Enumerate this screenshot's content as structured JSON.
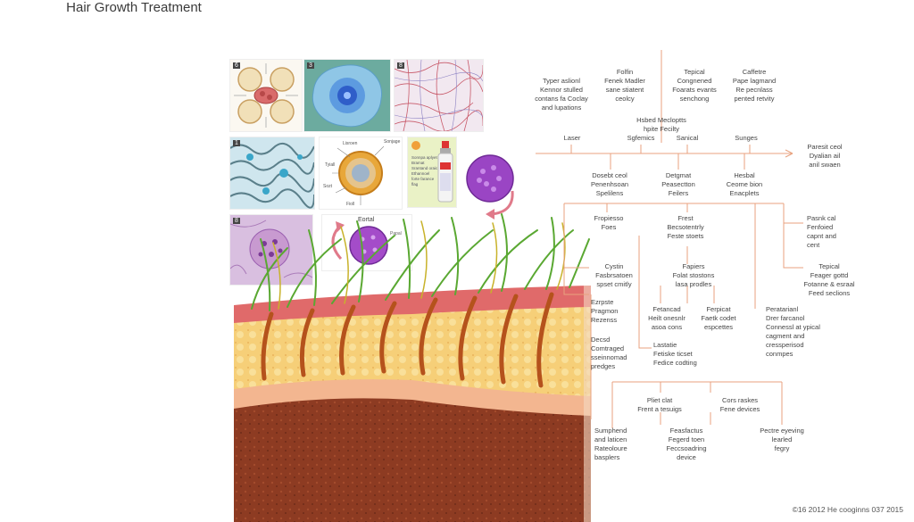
{
  "title": "Hair Growth Treatment",
  "footer": "©16 2012 He cooginns 037 2015",
  "tiles": [
    {
      "badge": "6"
    },
    {
      "badge": "3"
    },
    {
      "badge": "8"
    },
    {
      "badge": "1"
    },
    {
      "badge": "8"
    }
  ],
  "follicle_callouts": {
    "top_left": "Lisroen",
    "top_right": "Sonjage",
    "left": "Tyiall",
    "bottom_left": "Sozt",
    "bottom": "Fioll"
  },
  "product_card": {
    "line1": "Sonnpa aplyet",
    "line2": "Bramat",
    "line3": "Srantand oraic",
    "line4": "Ethannoel",
    "line5": "forte farance",
    "line6": "flag"
  },
  "cell_label": {
    "title": "Eortal",
    "tag": "Papal"
  },
  "nodes": {
    "top_1": "Typer aslionl\nKennor stulled\ncontans fa Coclay\nand lupations",
    "top_2": "Folfin\nFenek Madler\nsane stiatent\nceolcy",
    "top_3": "Tepical\nCongnened\nFoarats evants\nsenchong",
    "top_4": "Caffetre\nPape lagmand\nRe pecnlass\npented retvity",
    "center": "Hsbed Mecloptts\nhpite Fecilty",
    "row_laser": "Laser",
    "row_systemics": "Sgfemics",
    "row_sanical": "Sanical",
    "row_sunges": "Sunges",
    "right_1": "Paresit ceol\nDyalian ail\nanil swaen",
    "mid_1": "Dosebt ceol\nPenenhsoan\nSpelilens",
    "mid_2": "Detgmat\nPeasectton\nFeilers",
    "mid_3": "Hesbal\nCeome bion\nEnacplets",
    "branch_1": "Fropiesso\nFoes",
    "branch_2": "Frest\nBecsotentrly\nFeste stoets",
    "branch_3": "Pasnk cal\nFenfoied\ncapnt and\ncent",
    "g1": "Cystin\nFasbrsatoen\nspset cmitly",
    "g2": "Fapiers\nFolat stostons\nlasa prodles",
    "g3": "Tepical\nFeager gottd\nFotanne & esraal\nFeed seclions",
    "l1": "Ezrpste\nPragmon\nRezenss",
    "l2": "Decsd\nComtraged\nsseinnomad\npredges",
    "c1": "Fetancad\nHeilt onesnlr\nasoa cons",
    "c2": "Ferpicat\nFaetk codet\nespcettes",
    "c3": "Peratarianl\nDrer farcanol\nConnessl at ypical\ncagment and\ncressperisod\nconmpes",
    "c4": "Lastatie\nFetiske ticset\nFedice codting",
    "b_top_1": "Pliet clat\nFrent a tesuigs",
    "b_top_2": "Cors raskes\nFene devices",
    "b1": "Sumphend\nand laticen\nRateoloure\nbasplers",
    "b2": "Feasfactus\nFegerd toen\nFeccsoadring\ndevice",
    "b3": "Pectre eyeving\nlearled\nfegry"
  }
}
